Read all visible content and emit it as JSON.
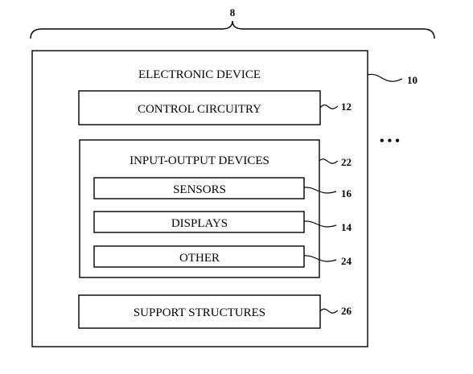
{
  "figure": {
    "system_ref": "8",
    "device": {
      "label": "ELECTRONIC DEVICE",
      "ref": "10"
    },
    "control_circuitry": {
      "label": "CONTROL CIRCUITRY",
      "ref": "12"
    },
    "io_devices": {
      "label": "INPUT-OUTPUT DEVICES",
      "ref": "22",
      "items": [
        {
          "label": "SENSORS",
          "ref": "16"
        },
        {
          "label": "DISPLAYS",
          "ref": "14"
        },
        {
          "label": "OTHER",
          "ref": "24"
        }
      ]
    },
    "support_structures": {
      "label": "SUPPORT STRUCTURES",
      "ref": "26"
    },
    "ellipsis": "• • •"
  }
}
